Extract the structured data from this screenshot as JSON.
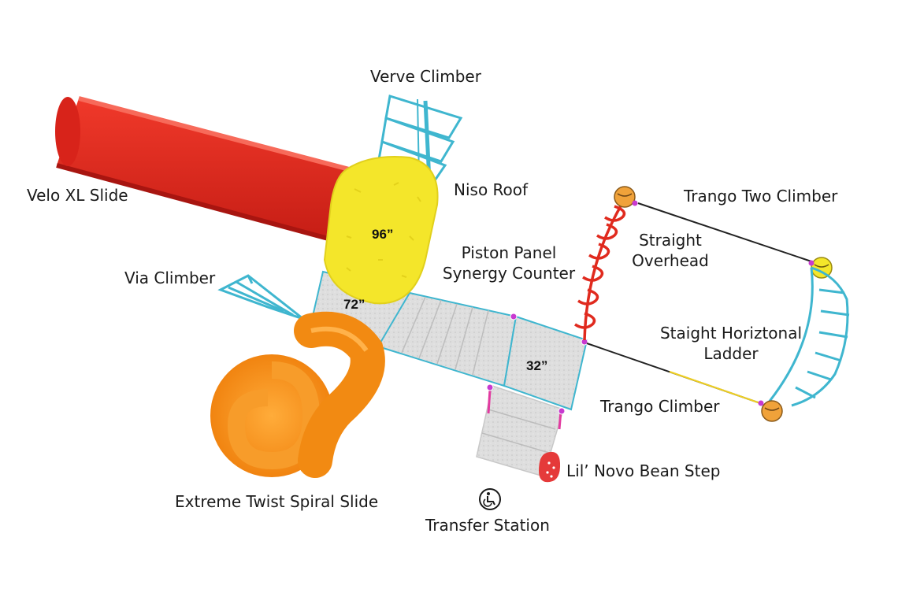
{
  "labels": {
    "verve_climber": "Verve Climber",
    "velo_xl_slide": "Velo XL Slide",
    "niso_roof": "Niso Roof",
    "trango_two_climber": "Trango Two Climber",
    "straight_overhead_line1": "Straight",
    "straight_overhead_line2": "Overhead",
    "piston_panel_line1": "Piston Panel",
    "piston_panel_line2": "Synergy Counter",
    "via_climber": "Via Climber",
    "staight_ladder_line1": "Staight Horiztonal",
    "staight_ladder_line2": "Ladder",
    "trango_climber": "Trango Climber",
    "lil_novo_bean_step": "Lil’ Novo Bean Step",
    "extreme_twist_spiral_slide": "Extreme Twist Spiral Slide",
    "transfer_station": "Transfer Station"
  },
  "deck_heights": {
    "roof_deck": "96”",
    "deck_72": "72”",
    "deck_32": "32”"
  },
  "icons": {
    "transfer_station": "wheelchair-transfer-icon"
  },
  "colors": {
    "slide_red": "#e02a1e",
    "roof_yellow": "#f4e62a",
    "spiral_orange": "#f58a12",
    "climber_blue": "#3fb6cf",
    "deck_gray": "#dcdcdc",
    "bean_red": "#e53a3a",
    "orange_hold": "#f0a23a"
  }
}
